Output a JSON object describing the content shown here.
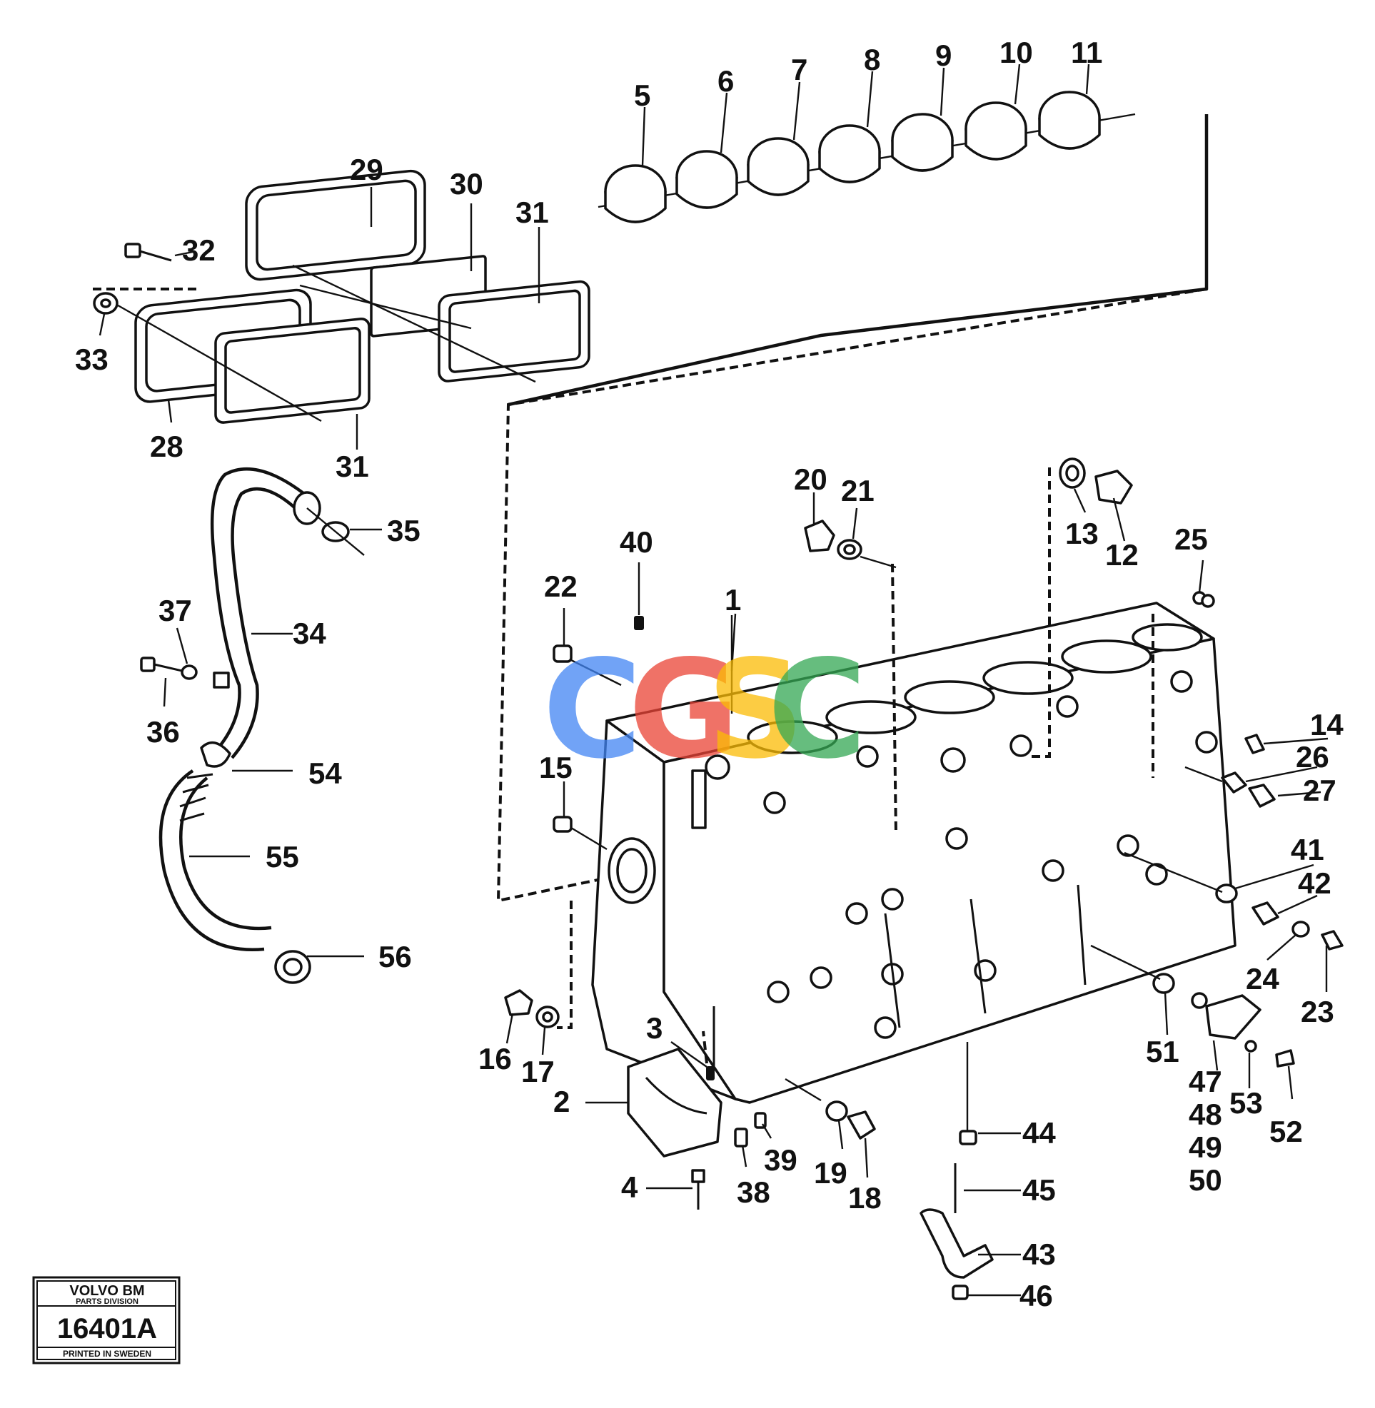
{
  "part_numbers": [
    "1",
    "2",
    "3",
    "4",
    "5",
    "6",
    "7",
    "8",
    "9",
    "10",
    "11",
    "12",
    "13",
    "14",
    "15",
    "16",
    "17",
    "18",
    "19",
    "20",
    "21",
    "22",
    "23",
    "24",
    "25",
    "26",
    "27",
    "28",
    "29",
    "30",
    "31",
    "31",
    "32",
    "33",
    "34",
    "35",
    "36",
    "37",
    "38",
    "39",
    "40",
    "41",
    "42",
    "43",
    "44",
    "45",
    "46",
    "47",
    "48",
    "49",
    "50",
    "51",
    "52",
    "53",
    "54",
    "55",
    "56"
  ],
  "watermark": {
    "letters": [
      "C",
      "G",
      "S",
      "C"
    ],
    "colors": [
      "#4285F4",
      "#EA4335",
      "#FBBC05",
      "#34A853"
    ]
  },
  "stamp": {
    "brand": "VOLVO BM",
    "division": "PARTS DIVISION",
    "code": "16401A",
    "printed": "PRINTED IN SWEDEN"
  }
}
